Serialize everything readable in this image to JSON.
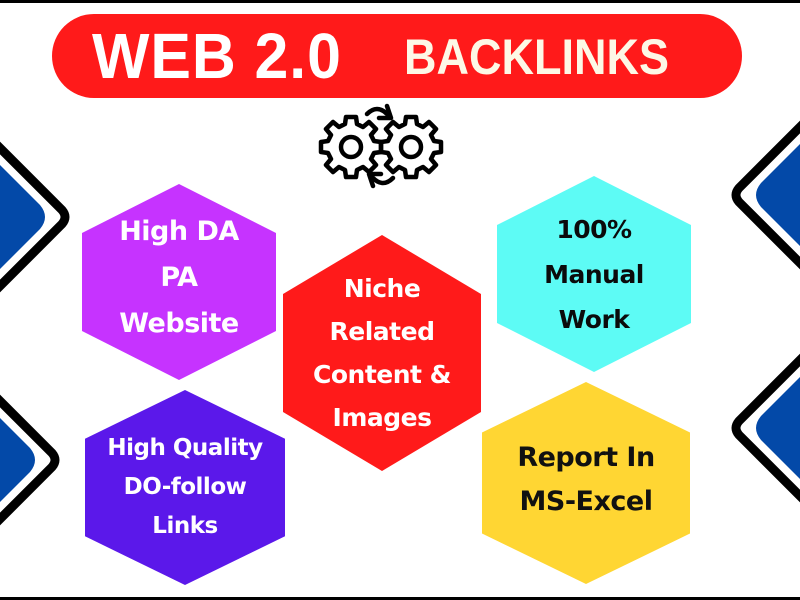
{
  "title": {
    "main": "WEB 2.0",
    "sub": "BACKLINKS",
    "pill_color": "#ff1a1a"
  },
  "icon": {
    "name": "gears-sync-icon"
  },
  "features": [
    {
      "label": "High DA\nPA\nWebsite",
      "color": "#c633ff",
      "text_color": "#ffffff"
    },
    {
      "label": "Niche\nRelated\nContent &\nImages",
      "color": "#ff1a1a",
      "text_color": "#ffffff"
    },
    {
      "label": "100%\nManual\nWork",
      "color": "#5dfbf5",
      "text_color": "#0b0b0b"
    },
    {
      "label": "High Quality\nDO-follow\nLinks",
      "color": "#5b18ea",
      "text_color": "#ffffff"
    },
    {
      "label": "Report In\nMS-Excel",
      "color": "#ffd633",
      "text_color": "#111111"
    }
  ],
  "decor": {
    "diamond_fill": "#0349a8",
    "diamond_outline": "#000000"
  }
}
